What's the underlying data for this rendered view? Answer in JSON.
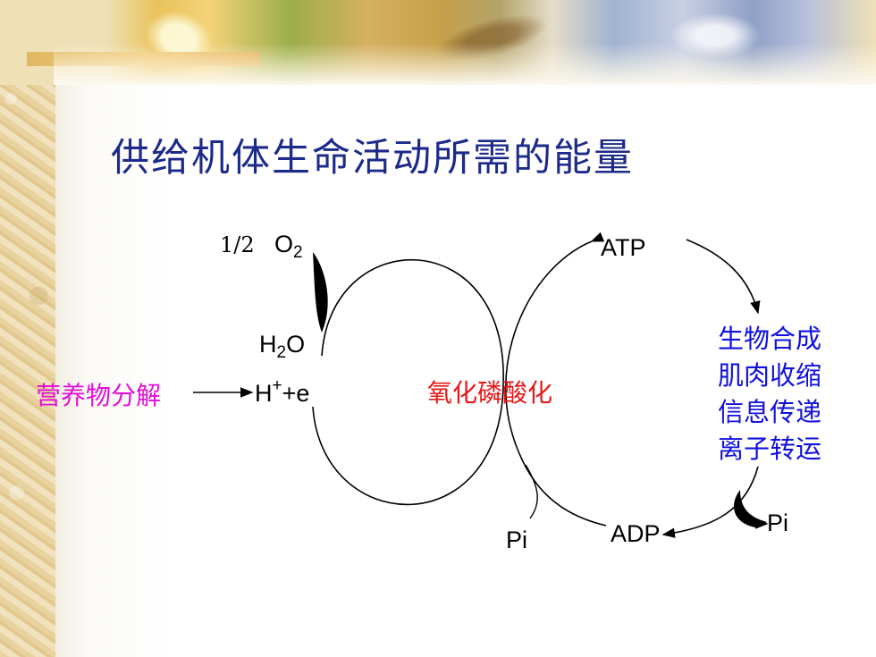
{
  "slide": {
    "title": "供给机体生命活动所需的能量"
  },
  "diagram": {
    "oxygen_coef": "1/2",
    "oxygen_base": "O",
    "oxygen_sub": "2",
    "water_h": "H",
    "water_sub": "2",
    "water_o": "O",
    "proton_h": "H",
    "proton_sup": "+",
    "proton_e": "+e",
    "source": "营养物分解",
    "center": "氧化磷酸化",
    "atp": "ATP",
    "adp": "ADP",
    "pi_left": "Pi",
    "pi_right": "Pi",
    "uses": [
      "生物合成",
      "肌肉收缩",
      "信息传递",
      "离子转运"
    ]
  },
  "colors": {
    "title": "#1c2a8a",
    "source": "#e20fd8",
    "center": "#e81818",
    "uses": "#1010e0",
    "ink": "#000000"
  }
}
